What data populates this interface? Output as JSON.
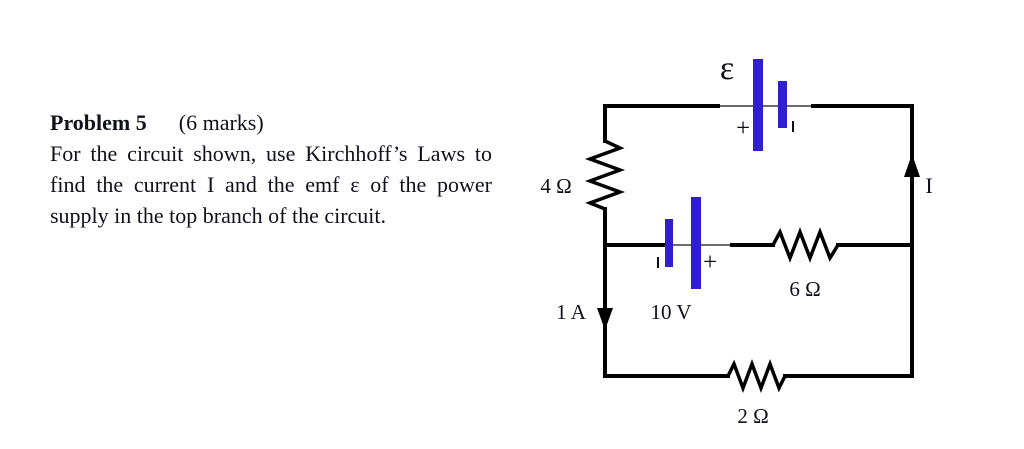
{
  "problem": {
    "title": "Problem 5",
    "marks": "(6 marks)",
    "body_lines": [
      "For the circuit shown, use Kirchhoff’s Laws to",
      "find the current I and the emf ε of the power",
      "supply in the top branch of the circuit."
    ]
  },
  "circuit": {
    "labels": {
      "emf": "ε",
      "top_battery_positive": "+",
      "left_resistor": "4 Ω",
      "branch_current": "I",
      "left_branch_current": "1 A",
      "mid_battery_voltage": "10 V",
      "mid_battery_positive": "+",
      "mid_resistor": "6 Ω",
      "bottom_resistor": "2 Ω"
    },
    "colors": {
      "wire": "#000000",
      "battery_plate": "#2f1fd0",
      "label_text": "#10101c",
      "thin_lead": "#3c3c3c"
    }
  }
}
